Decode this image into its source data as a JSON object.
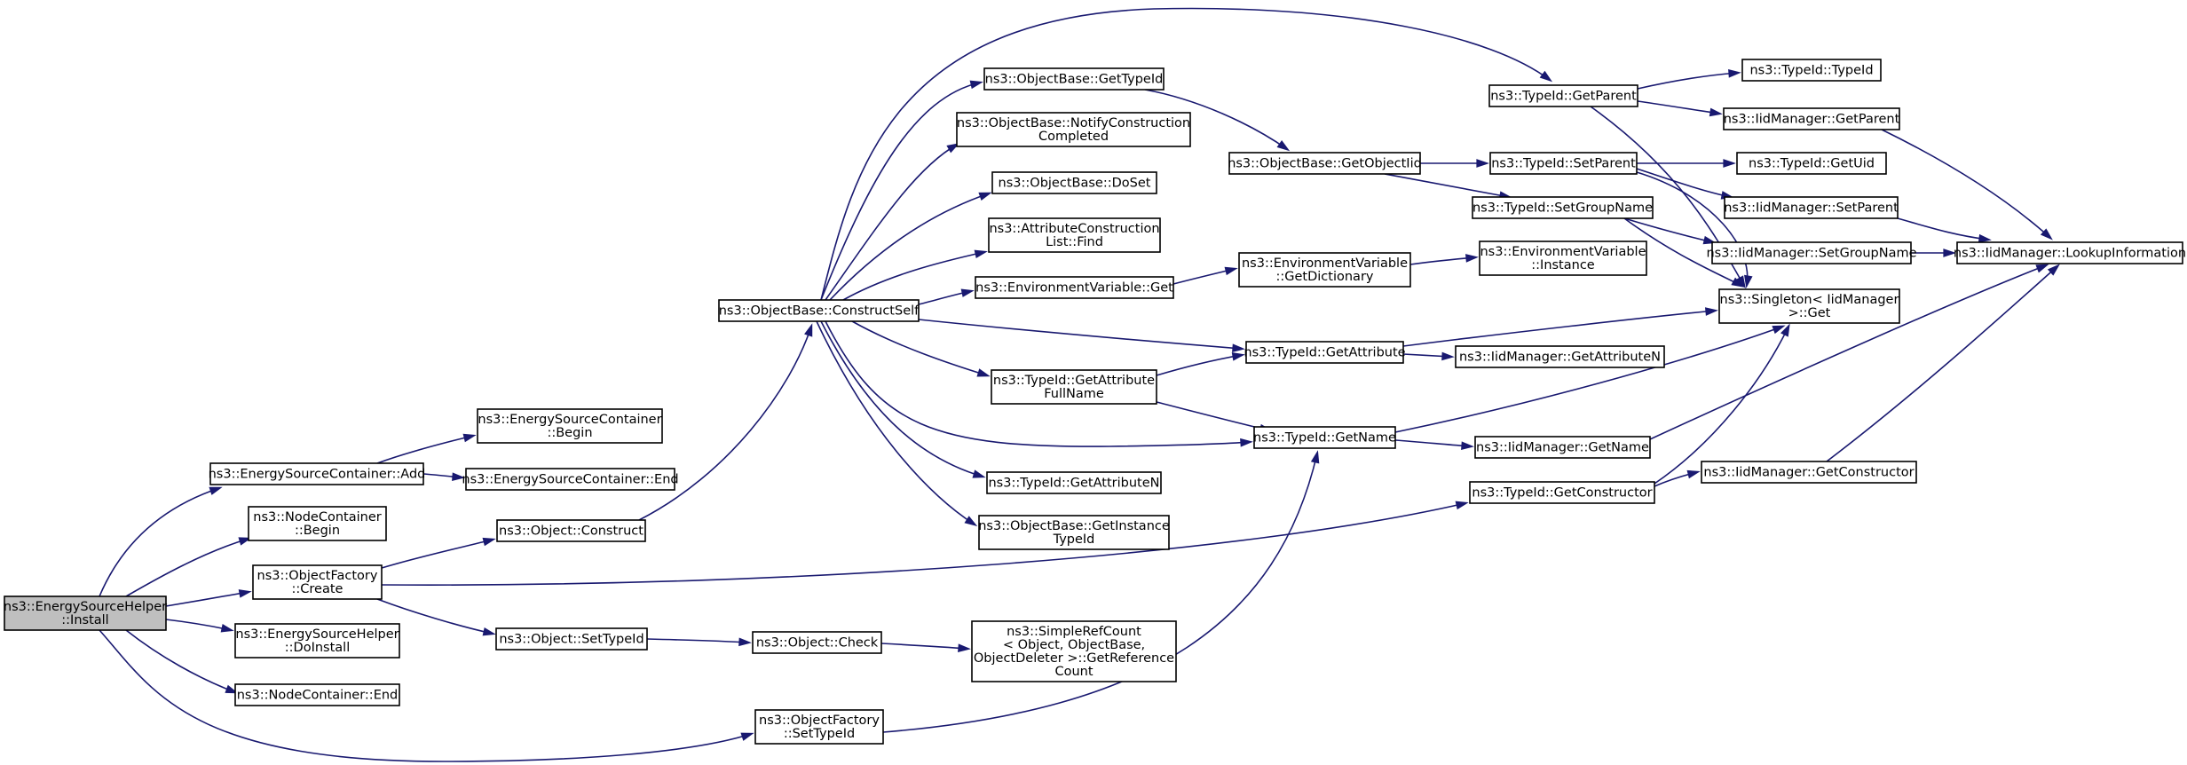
{
  "root": "n_install",
  "nodes": [
    {
      "id": "n_install",
      "lines": [
        "ns3::EnergySourceHelper",
        "::Install"
      ]
    },
    {
      "id": "n_escAdd",
      "lines": [
        "ns3::EnergySourceContainer::Add"
      ]
    },
    {
      "id": "n_ncBegin",
      "lines": [
        "ns3::NodeContainer",
        "::Begin"
      ]
    },
    {
      "id": "n_ofCreate",
      "lines": [
        "ns3::ObjectFactory",
        "::Create"
      ]
    },
    {
      "id": "n_eshDoInstall",
      "lines": [
        "ns3::EnergySourceHelper",
        "::DoInstall"
      ]
    },
    {
      "id": "n_ncEnd",
      "lines": [
        "ns3::NodeContainer::End"
      ]
    },
    {
      "id": "n_escBegin",
      "lines": [
        "ns3::EnergySourceContainer",
        "::Begin"
      ]
    },
    {
      "id": "n_escEnd",
      "lines": [
        "ns3::EnergySourceContainer::End"
      ]
    },
    {
      "id": "n_objConstruct",
      "lines": [
        "ns3::Object::Construct"
      ]
    },
    {
      "id": "n_objSetTypeId",
      "lines": [
        "ns3::Object::SetTypeId"
      ]
    },
    {
      "id": "n_ofSetTypeId",
      "lines": [
        "ns3::ObjectFactory",
        "::SetTypeId"
      ]
    },
    {
      "id": "n_obConstructSelf",
      "lines": [
        "ns3::ObjectBase::ConstructSelf"
      ]
    },
    {
      "id": "n_objCheck",
      "lines": [
        "ns3::Object::Check"
      ]
    },
    {
      "id": "n_srcGetRef",
      "lines": [
        "ns3::SimpleRefCount",
        "< Object, ObjectBase,",
        "ObjectDeleter >::GetReference",
        "Count"
      ]
    },
    {
      "id": "n_obGetTypeId",
      "lines": [
        "ns3::ObjectBase::GetTypeId"
      ]
    },
    {
      "id": "n_obNotify",
      "lines": [
        "ns3::ObjectBase::NotifyConstruction",
        "Completed"
      ]
    },
    {
      "id": "n_obDoSet",
      "lines": [
        "ns3::ObjectBase::DoSet"
      ]
    },
    {
      "id": "n_aclFind",
      "lines": [
        "ns3::AttributeConstruction",
        "List::Find"
      ]
    },
    {
      "id": "n_evGet",
      "lines": [
        "ns3::EnvironmentVariable::Get"
      ]
    },
    {
      "id": "n_tidGetAttrFullName",
      "lines": [
        "ns3::TypeId::GetAttribute",
        "FullName"
      ]
    },
    {
      "id": "n_tidGetAttrN",
      "lines": [
        "ns3::TypeId::GetAttributeN"
      ]
    },
    {
      "id": "n_obGetInstanceTypeId",
      "lines": [
        "ns3::ObjectBase::GetInstance",
        "TypeId"
      ]
    },
    {
      "id": "n_obGetObjectIid",
      "lines": [
        "ns3::ObjectBase::GetObjectIid"
      ]
    },
    {
      "id": "n_evGetDict",
      "lines": [
        "ns3::EnvironmentVariable",
        "::GetDictionary"
      ]
    },
    {
      "id": "n_tidGetAttribute",
      "lines": [
        "ns3::TypeId::GetAttribute"
      ]
    },
    {
      "id": "n_tidGetName",
      "lines": [
        "ns3::TypeId::GetName"
      ]
    },
    {
      "id": "n_tidGetParent",
      "lines": [
        "ns3::TypeId::GetParent"
      ]
    },
    {
      "id": "n_tidSetParent",
      "lines": [
        "ns3::TypeId::SetParent"
      ]
    },
    {
      "id": "n_tidSetGroupName",
      "lines": [
        "ns3::TypeId::SetGroupName"
      ]
    },
    {
      "id": "n_evInstance",
      "lines": [
        "ns3::EnvironmentVariable",
        "::Instance"
      ]
    },
    {
      "id": "n_iidGetAttributeN",
      "lines": [
        "ns3::IidManager::GetAttributeN"
      ]
    },
    {
      "id": "n_iidGetName",
      "lines": [
        "ns3::IidManager::GetName"
      ]
    },
    {
      "id": "n_tidGetConstructor",
      "lines": [
        "ns3::TypeId::GetConstructor"
      ]
    },
    {
      "id": "n_tidTypeId",
      "lines": [
        "ns3::TypeId::TypeId"
      ]
    },
    {
      "id": "n_iidGetParent",
      "lines": [
        "ns3::IidManager::GetParent"
      ]
    },
    {
      "id": "n_tidGetUid",
      "lines": [
        "ns3::TypeId::GetUid"
      ]
    },
    {
      "id": "n_iidSetParent",
      "lines": [
        "ns3::IidManager::SetParent"
      ]
    },
    {
      "id": "n_iidSetGroupName",
      "lines": [
        "ns3::IidManager::SetGroupName"
      ]
    },
    {
      "id": "n_singletonGet",
      "lines": [
        "ns3::Singleton< IidManager",
        " >::Get"
      ]
    },
    {
      "id": "n_iidGetConstructor",
      "lines": [
        "ns3::IidManager::GetConstructor"
      ]
    },
    {
      "id": "n_iidLookup",
      "lines": [
        "ns3::IidManager::LookupInformation"
      ]
    }
  ],
  "edges": [
    [
      "n_install",
      "n_escAdd"
    ],
    [
      "n_install",
      "n_ncBegin"
    ],
    [
      "n_install",
      "n_ofCreate"
    ],
    [
      "n_install",
      "n_eshDoInstall"
    ],
    [
      "n_install",
      "n_ncEnd"
    ],
    [
      "n_install",
      "n_ofSetTypeId"
    ],
    [
      "n_escAdd",
      "n_escBegin"
    ],
    [
      "n_escAdd",
      "n_escEnd"
    ],
    [
      "n_ofCreate",
      "n_objConstruct"
    ],
    [
      "n_ofCreate",
      "n_objSetTypeId"
    ],
    [
      "n_ofCreate",
      "n_tidGetConstructor"
    ],
    [
      "n_objConstruct",
      "n_obConstructSelf"
    ],
    [
      "n_objSetTypeId",
      "n_objCheck"
    ],
    [
      "n_objCheck",
      "n_srcGetRef"
    ],
    [
      "n_ofSetTypeId",
      "n_tidGetName"
    ],
    [
      "n_obConstructSelf",
      "n_tidGetParent"
    ],
    [
      "n_obConstructSelf",
      "n_obGetTypeId"
    ],
    [
      "n_obConstructSelf",
      "n_obNotify"
    ],
    [
      "n_obConstructSelf",
      "n_obDoSet"
    ],
    [
      "n_obConstructSelf",
      "n_aclFind"
    ],
    [
      "n_obConstructSelf",
      "n_evGet"
    ],
    [
      "n_obConstructSelf",
      "n_tidGetAttribute"
    ],
    [
      "n_obConstructSelf",
      "n_tidGetAttrFullName"
    ],
    [
      "n_obConstructSelf",
      "n_tidGetName"
    ],
    [
      "n_obConstructSelf",
      "n_tidGetAttrN"
    ],
    [
      "n_obConstructSelf",
      "n_obGetInstanceTypeId"
    ],
    [
      "n_obGetTypeId",
      "n_obGetObjectIid"
    ],
    [
      "n_obGetObjectIid",
      "n_tidSetParent"
    ],
    [
      "n_obGetObjectIid",
      "n_tidSetGroupName"
    ],
    [
      "n_evGet",
      "n_evGetDict"
    ],
    [
      "n_evGetDict",
      "n_evInstance"
    ],
    [
      "n_tidGetAttrFullName",
      "n_tidGetAttribute"
    ],
    [
      "n_tidGetAttrFullName",
      "n_tidGetName"
    ],
    [
      "n_tidGetAttribute",
      "n_iidGetAttributeN"
    ],
    [
      "n_tidGetAttribute",
      "n_singletonGet"
    ],
    [
      "n_tidGetName",
      "n_iidGetName"
    ],
    [
      "n_tidGetName",
      "n_singletonGet"
    ],
    [
      "n_tidGetParent",
      "n_tidTypeId"
    ],
    [
      "n_tidGetParent",
      "n_iidGetParent"
    ],
    [
      "n_tidGetParent",
      "n_singletonGet"
    ],
    [
      "n_tidSetParent",
      "n_tidGetUid"
    ],
    [
      "n_tidSetParent",
      "n_iidSetParent"
    ],
    [
      "n_tidSetParent",
      "n_singletonGet"
    ],
    [
      "n_tidSetGroupName",
      "n_iidSetGroupName"
    ],
    [
      "n_tidSetGroupName",
      "n_singletonGet"
    ],
    [
      "n_tidGetConstructor",
      "n_iidGetConstructor"
    ],
    [
      "n_tidGetConstructor",
      "n_singletonGet"
    ],
    [
      "n_iidGetParent",
      "n_iidLookup"
    ],
    [
      "n_iidSetParent",
      "n_iidLookup"
    ],
    [
      "n_iidSetGroupName",
      "n_iidLookup"
    ],
    [
      "n_iidGetName",
      "n_iidLookup"
    ],
    [
      "n_iidGetConstructor",
      "n_iidLookup"
    ]
  ]
}
